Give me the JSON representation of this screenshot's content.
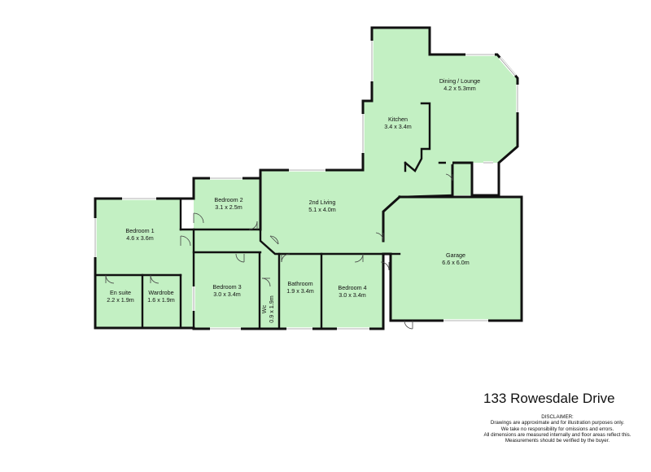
{
  "property": {
    "address": "133 Rowesdale Drive"
  },
  "rooms": {
    "dining_lounge": {
      "name": "Dining / Lounge",
      "size": "4.2 x 5.3mm"
    },
    "kitchen": {
      "name": "Kitchen",
      "size": "3.4 x 3.4m"
    },
    "second_living": {
      "name": "2nd Living",
      "size": "5.1 x 4.0m"
    },
    "bedroom2": {
      "name": "Bedroom 2",
      "size": "3.1 x 2.5m"
    },
    "bedroom1": {
      "name": "Bedroom 1",
      "size": "4.6 x 3.6m"
    },
    "garage": {
      "name": "Garage",
      "size": "6.6 x 6.0m"
    },
    "ensuite": {
      "name": "En suite",
      "size": "2.2 x 1.9m"
    },
    "wardrobe": {
      "name": "Wardrobe",
      "size": "1.6 x 1.9m"
    },
    "bedroom3": {
      "name": "Bedroom 3",
      "size": "3.0 x 3.4m"
    },
    "wc": {
      "name": "Wc",
      "size": "0.9 x 1.9m"
    },
    "bathroom": {
      "name": "Bathroom",
      "size": "1.9 x 3.4m"
    },
    "bedroom4": {
      "name": "Bedroom 4",
      "size": "3.0 x 3.4m"
    }
  },
  "disclaimer": {
    "heading": "DISCLAIMER:",
    "lines": [
      "Drawings are approximate and for illustration purposes only.",
      "We take no responsibility for omissions and errors.",
      "All dimensions are measured internally and floor areas reflect this.",
      "Measurements should be verified by the buyer."
    ]
  },
  "colors": {
    "floor": "#c3f0c3",
    "wall": "#111111",
    "background": "#ffffff"
  }
}
